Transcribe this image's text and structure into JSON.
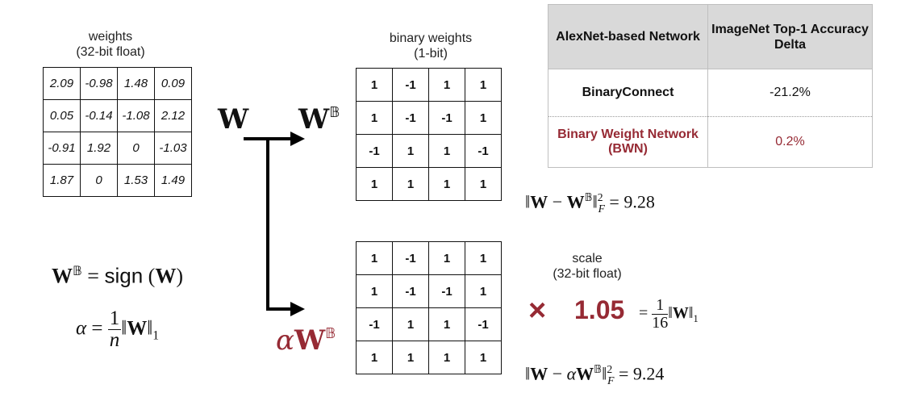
{
  "weights": {
    "caption_line1": "weights",
    "caption_line2": "(32-bit float)",
    "matrix": [
      [
        "2.09",
        "-0.98",
        "1.48",
        "0.09"
      ],
      [
        "0.05",
        "-0.14",
        "-1.08",
        "2.12"
      ],
      [
        "-0.91",
        "1.92",
        "0",
        "-1.03"
      ],
      [
        "1.87",
        "0",
        "1.53",
        "1.49"
      ]
    ]
  },
  "binary": {
    "caption_line1": "binary weights",
    "caption_line2": "(1-bit)",
    "matrix": [
      [
        "1",
        "-1",
        "1",
        "1"
      ],
      [
        "1",
        "-1",
        "-1",
        "1"
      ],
      [
        "-1",
        "1",
        "1",
        "-1"
      ],
      [
        "1",
        "1",
        "1",
        "1"
      ]
    ]
  },
  "scaled": {
    "matrix": [
      [
        "1",
        "-1",
        "1",
        "1"
      ],
      [
        "1",
        "-1",
        "-1",
        "1"
      ],
      [
        "-1",
        "1",
        "1",
        "-1"
      ],
      [
        "1",
        "1",
        "1",
        "1"
      ]
    ]
  },
  "symbols": {
    "w": "W",
    "b": "𝔹",
    "alpha": "α",
    "sign": "sign"
  },
  "errors": {
    "binary": "9.28",
    "scaled": "9.24"
  },
  "scale": {
    "caption_line1": "scale",
    "caption_line2": "(32-bit float)",
    "times": "×",
    "value": "1.05",
    "frac_num": "1",
    "frac_den": "16"
  },
  "alpha_formula": {
    "num": "1",
    "den": "n"
  },
  "table": {
    "headers": [
      "AlexNet-based Network",
      "ImageNet Top-1 Accuracy Delta"
    ],
    "rows": [
      {
        "name": "BinaryConnect",
        "value": "-21.2%"
      },
      {
        "name": "Binary Weight Network (BWN)",
        "value": "0.2%"
      }
    ]
  },
  "colors": {
    "accent_red": "#962a34",
    "header_gray": "#d9d9d9"
  }
}
